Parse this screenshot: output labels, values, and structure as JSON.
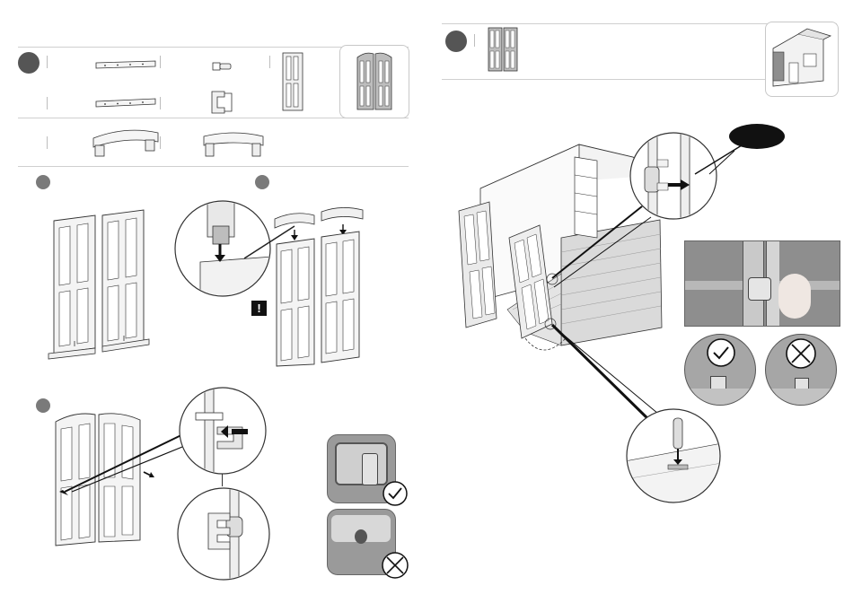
{
  "page": {
    "title": "",
    "left_panel": {
      "step_marker": "",
      "parts_list": [
        {
          "name": "lower-rail",
          "count": ""
        },
        {
          "name": "middle-rail",
          "count": ""
        },
        {
          "name": "top-arch-rail",
          "count": ""
        },
        {
          "name": "hinge-pin",
          "count": ""
        },
        {
          "name": "hinge-bracket",
          "count": ""
        },
        {
          "name": "door-panel",
          "count": ""
        },
        {
          "name": "arch-top-rail",
          "count": ""
        },
        {
          "name": "double-door",
          "count": ""
        }
      ],
      "substep_a": "",
      "substep_b": "",
      "substep_c": "",
      "warning_symbol": "!"
    },
    "right_panel": {
      "step_marker": "",
      "callout_label": "",
      "check_ok": "✓",
      "check_bad": "✕"
    }
  },
  "colors": {
    "step_circle": "#7a7a7a",
    "divider": "#cfcfcf",
    "line_art": "#333333",
    "panel_fill": "#f2f2f2",
    "photo_gray": "#8e8e8e"
  },
  "icons": [
    "check-circle-icon",
    "cross-circle-icon",
    "warning-icon",
    "arrow-down-icon",
    "arrow-right-icon"
  ]
}
